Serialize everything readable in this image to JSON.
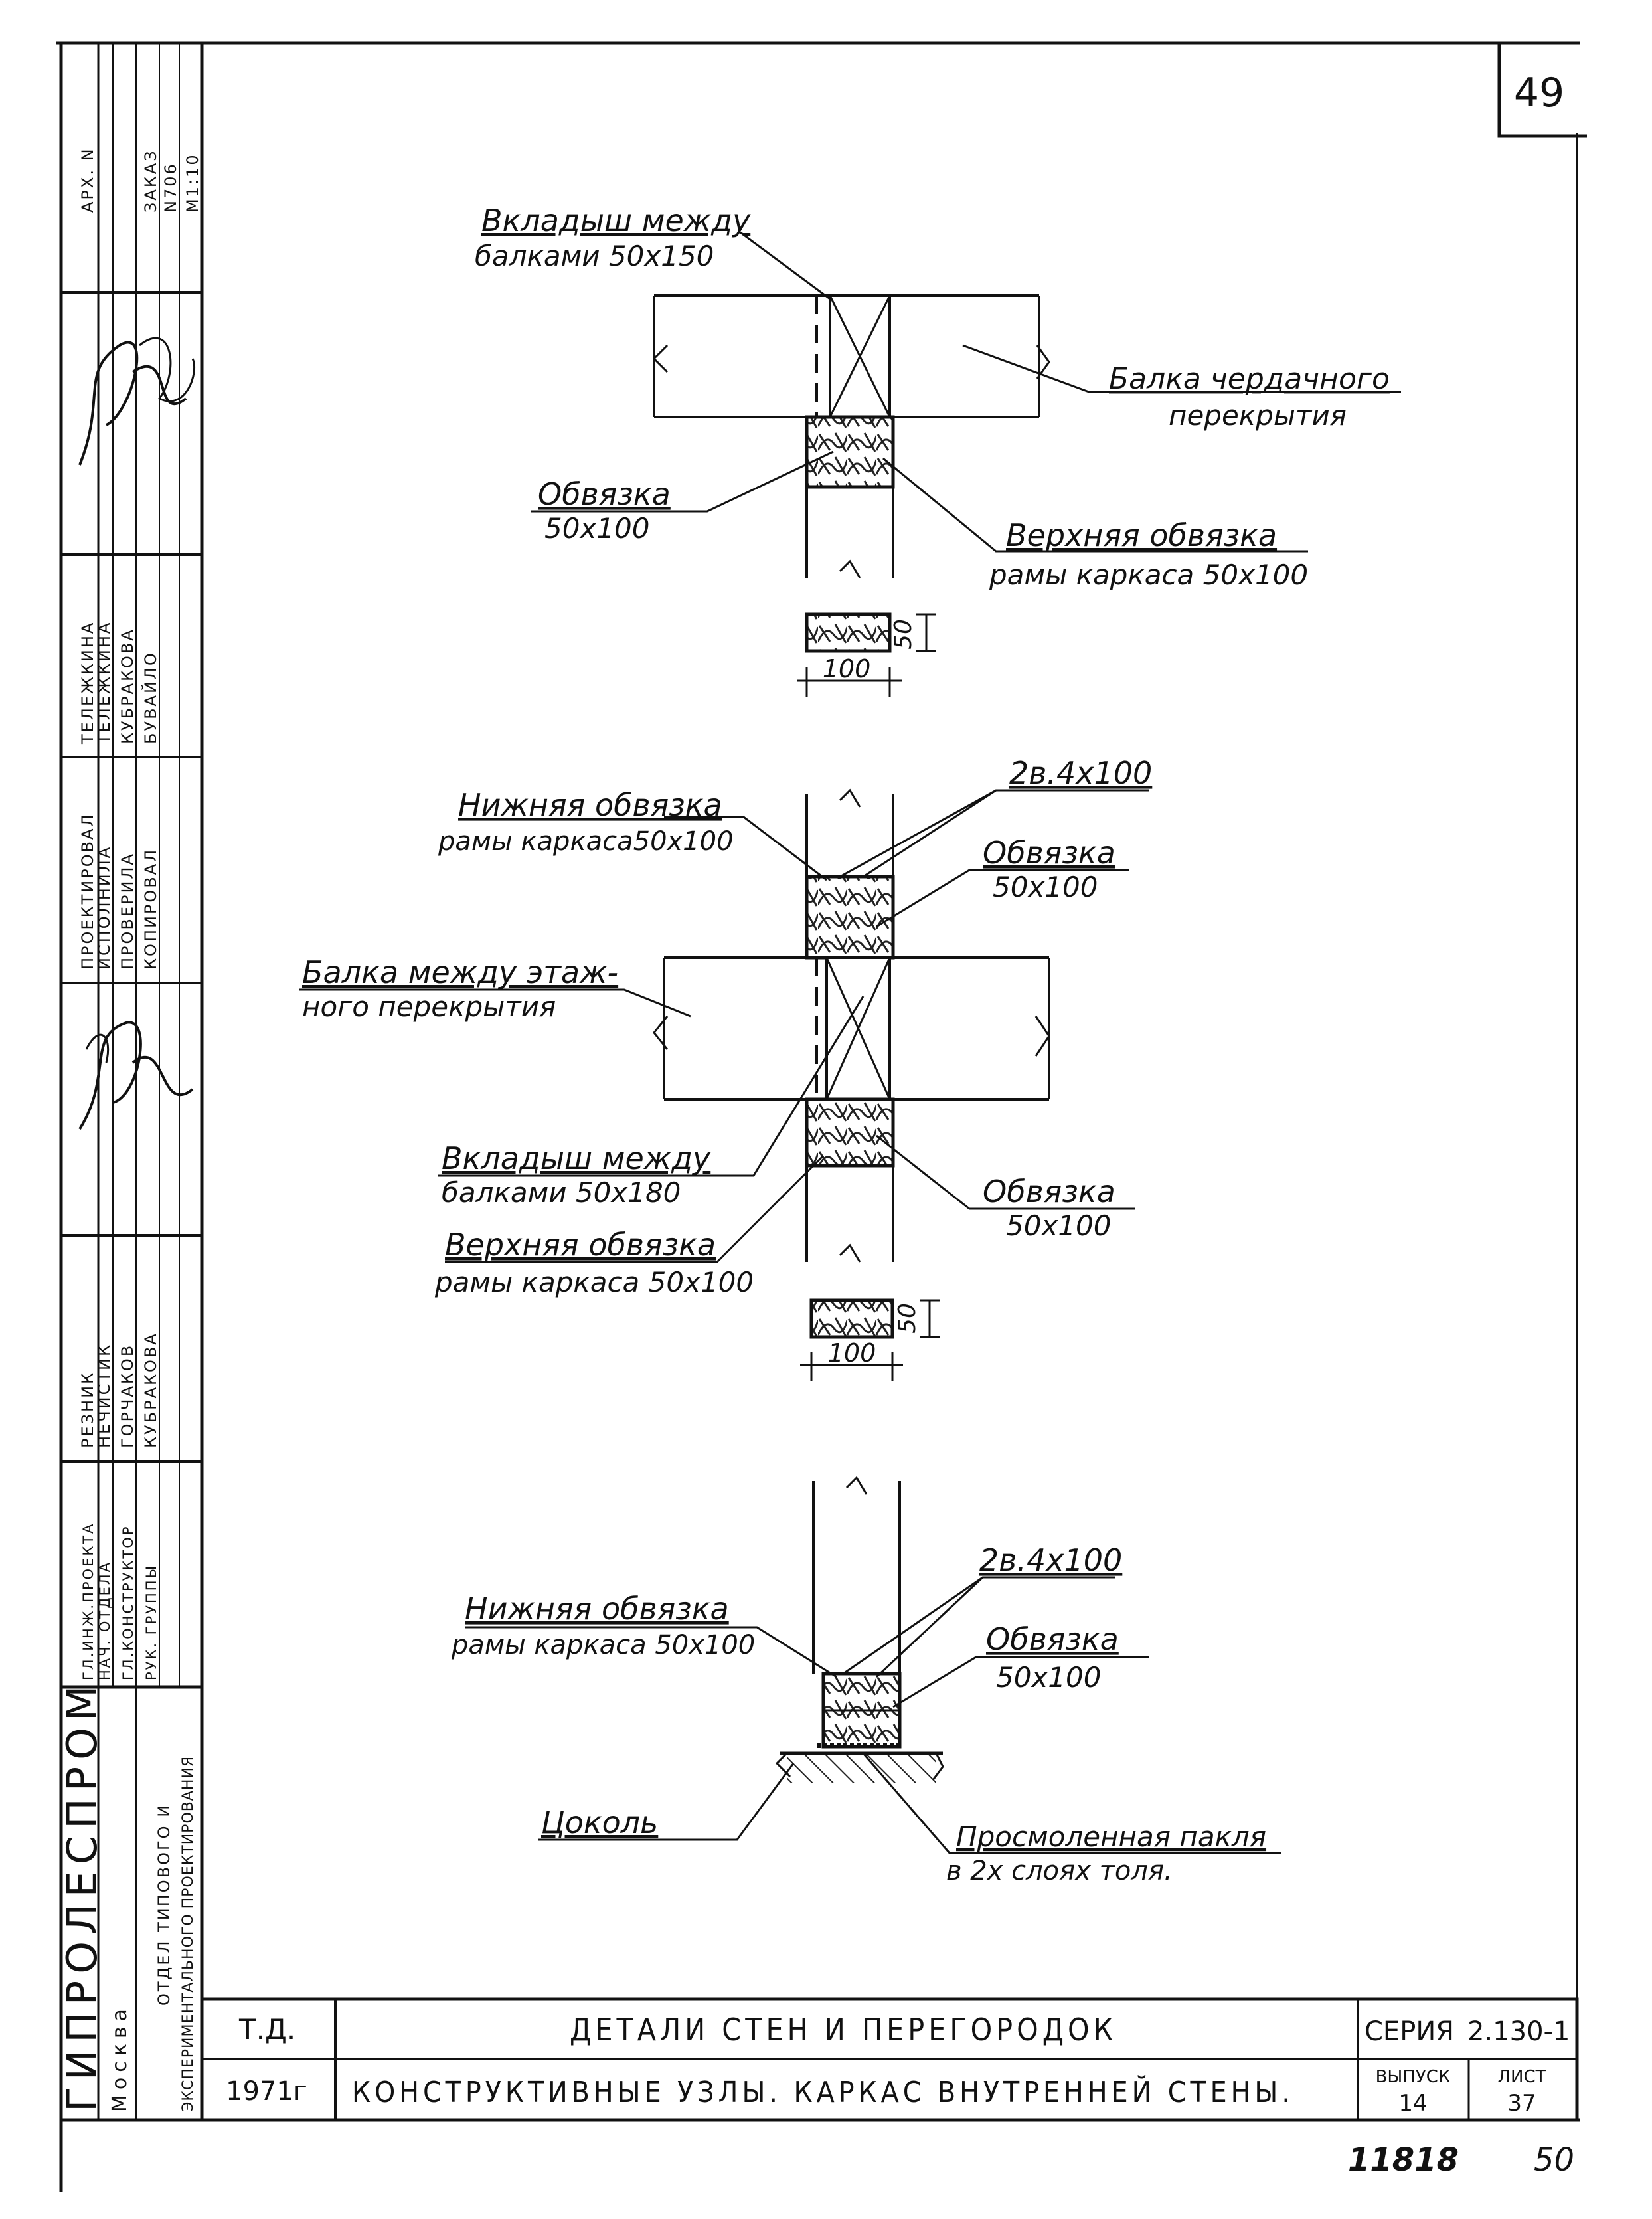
{
  "page_number": "49",
  "sheet_footer": {
    "doc_no": "11818",
    "page": "50"
  },
  "details": {
    "top": {
      "insert_1": "Вкладыш между",
      "insert_2": "балками 50х150",
      "beam_1": "Балка чердачного",
      "beam_2": "перекрытия",
      "strap_1": "Обвязка",
      "strap_2": "50х100",
      "top_strap_1": "Верхняя обвязка",
      "top_strap_2": "рамы каркаса 50х100",
      "sec_w": "100",
      "sec_h": "50"
    },
    "middle": {
      "nails_1": "2в.4х100",
      "lower_strap_1": "Нижняя обвязка",
      "lower_strap_2": "рамы каркаса50х100",
      "strap_a1": "Обвязка",
      "strap_a2": "50х100",
      "beam_1": "Балка между этаж-",
      "beam_2": "ного перекрытия",
      "insert_1": "Вкладыш между",
      "insert_2": "балками 50х180",
      "strap_b1": "Обвязка",
      "strap_b2": "50х100",
      "top_strap_1": "Верхняя обвязка",
      "top_strap_2": "рамы каркаса 50х100",
      "sec_w": "100",
      "sec_h": "50"
    },
    "bottom": {
      "nails": "2в.4х100",
      "lower_strap_1": "Нижняя обвязка",
      "lower_strap_2": "рамы каркаса 50х100",
      "strap_1": "Обвязка",
      "strap_2": "50х100",
      "plinth": "Цоколь",
      "tow_1": "Просмоленная пакля",
      "tow_2": "в 2х слоях толя."
    }
  },
  "side_stamp": {
    "org": "ГИПРОЛЕСПРОМ",
    "city": "Москва",
    "dept_1": "ОТДЕЛ ТИПОВОГО И",
    "dept_2": "ЭКСПЕРИМЕНТАЛЬНОГО ПРОЕКТИРОВАНИЯ",
    "roles": [
      "ГЛ.ИНЖ.ПРОЕКТА",
      "НАЧ. ОТДЕЛА",
      "ГЛ.КОНСТРУКТОР",
      "РУК. ГРУППЫ"
    ],
    "names": [
      "РЕЗНИК",
      "НЕЧИСТИК",
      "ГОРЧАКОВ",
      "КУБРАКОВА"
    ],
    "actions": [
      "ПРОЕКТИРОВАЛ",
      "ИСПОЛНИЛА",
      "ПРОВЕРИЛА",
      "КОПИРОВАЛ"
    ],
    "actors": [
      "ТЕЛЕЖКИНА",
      "ТЕЛЕЖКИНА",
      "КУБРАКОВА",
      "БУВАЙЛО"
    ],
    "archive": [
      "АРХ. N",
      "ЗАКАЗ",
      "N706",
      "M1:10"
    ]
  },
  "title_block": {
    "code": "Т.Д.",
    "year": "1971г",
    "title": "ДЕТАЛИ СТЕН И ПЕРЕГОРОДОК",
    "subtitle": "КОНСТРУКТИВНЫЕ УЗЛЫ. КАРКАС ВНУТРЕННЕЙ   СТЕНЫ.",
    "series_label": "СЕРИЯ",
    "series_value": "2.130-1",
    "issue_label": "ВЫПУСК",
    "issue_value": "14",
    "sheet_label": "ЛИСТ",
    "sheet_value": "37"
  }
}
